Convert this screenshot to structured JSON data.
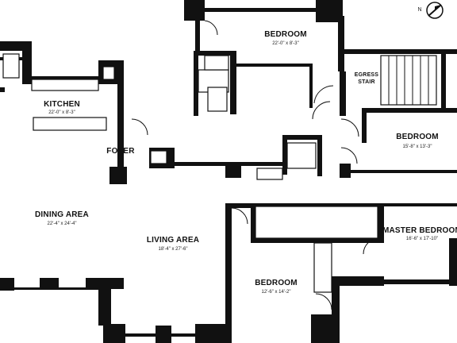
{
  "rooms": {
    "bedroom_top": {
      "name": "BEDROOM",
      "dims": "22'-0\" x 8'-3\""
    },
    "kitchen": {
      "name": "KITCHEN",
      "dims": "22'-0\" x 8'-3\""
    },
    "foyer": {
      "name": "FOYER"
    },
    "egress_stair": {
      "line1": "EGRESS",
      "line2": "STAIR"
    },
    "bedroom_right": {
      "name": "BEDROOM",
      "dims": "15'-8\" x 13'-3\""
    },
    "dining_area": {
      "name": "DINING AREA",
      "dims": "22'-4\" x 24'-4\""
    },
    "living_area": {
      "name": "LIVING AREA",
      "dims": "18'-4\" x 27'-6\""
    },
    "master_bedroom": {
      "name": "MASTER BEDROOM",
      "dims": "16'-6\" x 17'-10\""
    },
    "bedroom_bottom": {
      "name": "BEDROOM",
      "dims": "12'-6\" x 14'-2\""
    }
  },
  "icons": {
    "north": "north-arrow-icon"
  }
}
